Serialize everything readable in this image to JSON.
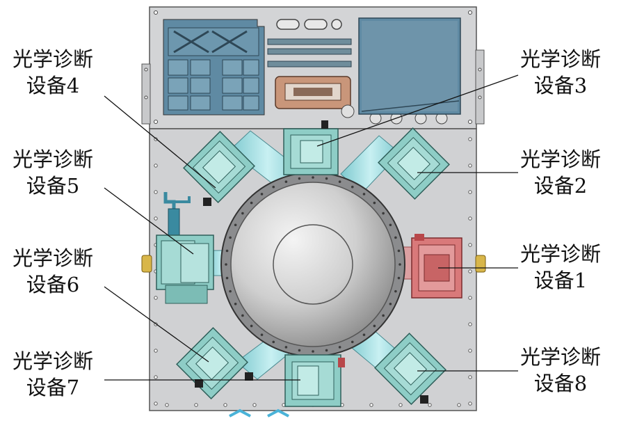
{
  "labels": [
    {
      "id": "4",
      "line1": "光学诊断",
      "line2": "设备4"
    },
    {
      "id": "3",
      "line1": "光学诊断",
      "line2": "设备3"
    },
    {
      "id": "5",
      "line1": "光学诊断",
      "line2": "设备5"
    },
    {
      "id": "2",
      "line1": "光学诊断",
      "line2": "设备2"
    },
    {
      "id": "6",
      "line1": "光学诊断",
      "line2": "设备6"
    },
    {
      "id": "1",
      "line1": "光学诊断",
      "line2": "设备1"
    },
    {
      "id": "7",
      "line1": "光学诊断",
      "line2": "设备7"
    },
    {
      "id": "8",
      "line1": "光学诊断",
      "line2": "设备8"
    }
  ],
  "colors": {
    "panel": "#cfd0d2",
    "panel_dark": "#a9acaf",
    "module_teal": "#8ecdc6",
    "module_teal_dark": "#4f9c94",
    "port_cyan": "#a8e2e6",
    "module_red": "#d9797a",
    "module_red_dark": "#b8474a",
    "top_blue": "#5f8aa3",
    "flange_brass": "#d8b64a",
    "leader": "#111111"
  }
}
